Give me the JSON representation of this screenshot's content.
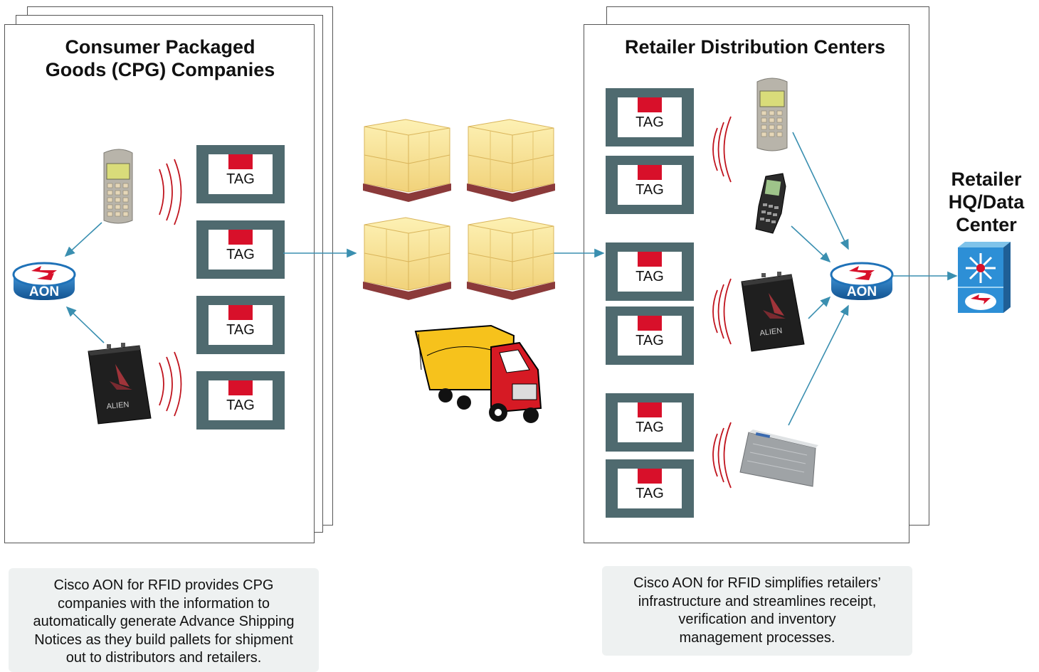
{
  "left_panel": {
    "title_line1": "Consumer Packaged",
    "title_line2": "Goods (CPG) Companies",
    "tags": [
      "TAG",
      "TAG",
      "TAG",
      "TAG"
    ],
    "router_label": "AON",
    "reader_brand": "ALIEN"
  },
  "right_panel": {
    "title": "Retailer Distribution Centers",
    "tags": [
      "TAG",
      "TAG",
      "TAG",
      "TAG",
      "TAG",
      "TAG"
    ],
    "router_label": "AON",
    "reader_brand": "ALIEN"
  },
  "hq": {
    "line1": "Retailer",
    "line2": "HQ/Data",
    "line3": "Center"
  },
  "captions": {
    "left": [
      "Cisco AON for RFID provides CPG",
      "companies with the information to",
      "automatically generate Advance Shipping",
      "Notices as they build pallets for shipment",
      "out to distributors and retailers."
    ],
    "right": [
      "Cisco AON for RFID simplifies retailers’",
      "infrastructure and streamlines receipt,",
      "verification and inventory",
      "management processes."
    ]
  },
  "colors": {
    "tag_frame": "#4f6a6f",
    "tag_chip": "#d8102a",
    "aon_blue": "#1f72b8",
    "arrow": "#3a8fb0",
    "signal": "#c0141e",
    "caption_bg": "#eef1f1"
  }
}
